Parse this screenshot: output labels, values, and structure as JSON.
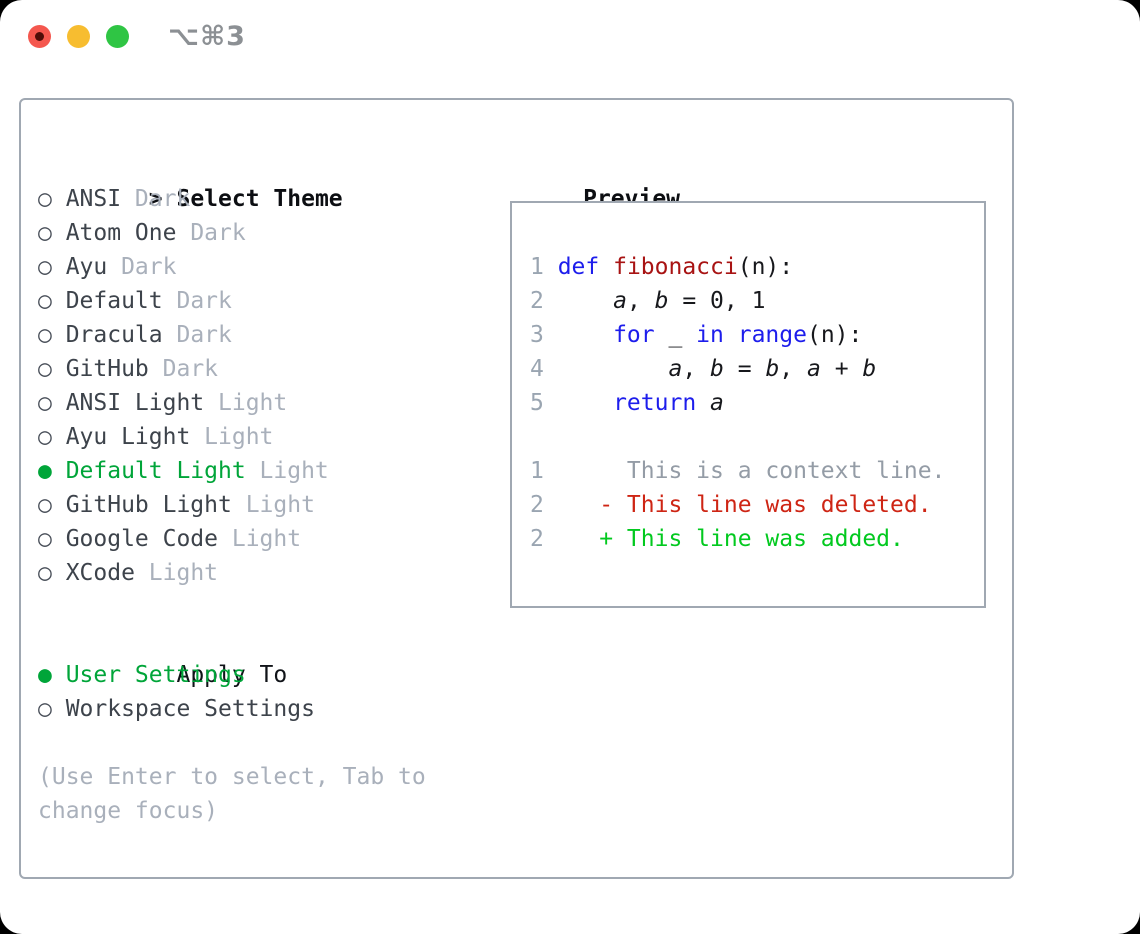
{
  "window": {
    "shortcut": "⌥⌘3",
    "traffic_lights": [
      "close",
      "minimize",
      "zoom"
    ]
  },
  "glyphs": {
    "radio_unselected": "○",
    "radio_selected": "●",
    "header_prefix": ">"
  },
  "theme_panel": {
    "title": "Select Theme",
    "items": [
      {
        "name": "ANSI",
        "tag": "Dark",
        "selected": false
      },
      {
        "name": "Atom One",
        "tag": "Dark",
        "selected": false
      },
      {
        "name": "Ayu",
        "tag": "Dark",
        "selected": false
      },
      {
        "name": "Default",
        "tag": "Dark",
        "selected": false
      },
      {
        "name": "Dracula",
        "tag": "Dark",
        "selected": false
      },
      {
        "name": "GitHub",
        "tag": "Dark",
        "selected": false
      },
      {
        "name": "ANSI Light",
        "tag": "Light",
        "selected": false
      },
      {
        "name": "Ayu Light",
        "tag": "Light",
        "selected": false
      },
      {
        "name": "Default Light",
        "tag": "Light",
        "selected": true
      },
      {
        "name": "GitHub Light",
        "tag": "Light",
        "selected": false
      },
      {
        "name": "Google Code",
        "tag": "Light",
        "selected": false
      },
      {
        "name": "XCode",
        "tag": "Light",
        "selected": false
      }
    ],
    "apply_to": {
      "title": "Apply To",
      "options": [
        {
          "label": "User Settings",
          "selected": true
        },
        {
          "label": "Workspace Settings",
          "selected": false
        }
      ]
    },
    "help": "(Use Enter to select, Tab to change focus)"
  },
  "preview": {
    "title": "Preview",
    "code_lines": [
      {
        "num": "1",
        "segments": [
          {
            "t": "def",
            "c": "kw"
          },
          {
            "t": " ",
            "c": "pl"
          },
          {
            "t": "fibonacci",
            "c": "fn"
          },
          {
            "t": "(n):",
            "c": "pl"
          }
        ]
      },
      {
        "num": "2",
        "segments": [
          {
            "t": "    ",
            "c": "pl"
          },
          {
            "t": "a",
            "c": "var"
          },
          {
            "t": ", ",
            "c": "pl"
          },
          {
            "t": "b",
            "c": "var"
          },
          {
            "t": " = 0, 1",
            "c": "pl"
          }
        ]
      },
      {
        "num": "3",
        "segments": [
          {
            "t": "    ",
            "c": "pl"
          },
          {
            "t": "for",
            "c": "kw"
          },
          {
            "t": " _ ",
            "c": "pl"
          },
          {
            "t": "in",
            "c": "kw"
          },
          {
            "t": " ",
            "c": "pl"
          },
          {
            "t": "range",
            "c": "kw"
          },
          {
            "t": "(n):",
            "c": "pl"
          }
        ]
      },
      {
        "num": "4",
        "segments": [
          {
            "t": "        ",
            "c": "pl"
          },
          {
            "t": "a",
            "c": "var"
          },
          {
            "t": ", ",
            "c": "pl"
          },
          {
            "t": "b",
            "c": "var"
          },
          {
            "t": " = ",
            "c": "pl"
          },
          {
            "t": "b",
            "c": "var"
          },
          {
            "t": ", ",
            "c": "pl"
          },
          {
            "t": "a",
            "c": "var"
          },
          {
            "t": " + ",
            "c": "pl"
          },
          {
            "t": "b",
            "c": "var"
          }
        ]
      },
      {
        "num": "5",
        "segments": [
          {
            "t": "    ",
            "c": "pl"
          },
          {
            "t": "return",
            "c": "kw"
          },
          {
            "t": " ",
            "c": "pl"
          },
          {
            "t": "a",
            "c": "var"
          }
        ]
      },
      {
        "num": "",
        "segments": []
      },
      {
        "num": "1",
        "segments": [
          {
            "t": "     This is a context line.",
            "c": "ctx"
          }
        ]
      },
      {
        "num": "2",
        "segments": [
          {
            "t": "   - This line was deleted.",
            "c": "del"
          }
        ]
      },
      {
        "num": "2",
        "segments": [
          {
            "t": "   + This line was added.",
            "c": "add"
          }
        ]
      }
    ]
  },
  "colors": {
    "selected_green": "#00a539",
    "added_green": "#02c91f",
    "deleted_red": "#ce2514",
    "keyword_blue": "#1d1dec",
    "function_red": "#a81313",
    "line_number_gray": "#9aa5b1",
    "tag_gray": "#a9b0bb",
    "border_gray": "#a0a8b2",
    "traffic_red": "#f4574e",
    "traffic_yellow": "#f7bd30",
    "traffic_green": "#2fc544"
  }
}
